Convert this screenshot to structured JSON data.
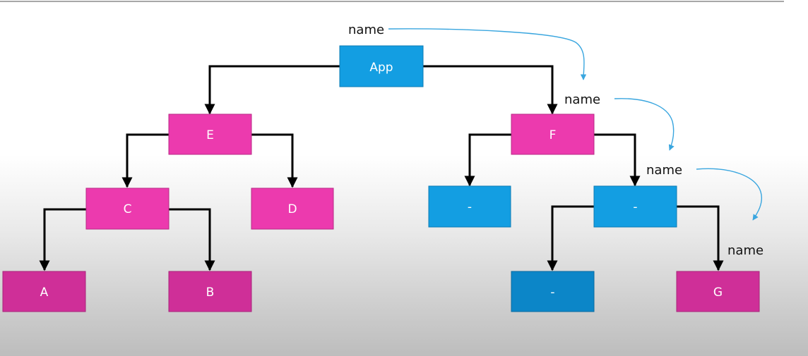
{
  "colors": {
    "blue": "#139ee2",
    "blue_dark": "#0c86c8",
    "pink": "#ec3aae",
    "magenta": "#cf2f98",
    "edge": "#000000",
    "flow_arrow": "#3aa6df",
    "top_rule": "#8a8a8a"
  },
  "nodes": {
    "app": {
      "label": "App",
      "color": "blue"
    },
    "e": {
      "label": "E",
      "color": "pink"
    },
    "f": {
      "label": "F",
      "color": "pink"
    },
    "c": {
      "label": "C",
      "color": "pink"
    },
    "d": {
      "label": "D",
      "color": "pink"
    },
    "f_left": {
      "label": "-",
      "color": "blue"
    },
    "f_right": {
      "label": "-",
      "color": "blue"
    },
    "a": {
      "label": "A",
      "color": "magenta"
    },
    "b": {
      "label": "B",
      "color": "magenta"
    },
    "fr_left": {
      "label": "-",
      "color": "blue_dark"
    },
    "g": {
      "label": "G",
      "color": "magenta"
    }
  },
  "prop_labels": {
    "at_app": "name",
    "at_f": "name",
    "at_f_right": "name",
    "at_g": "name"
  }
}
